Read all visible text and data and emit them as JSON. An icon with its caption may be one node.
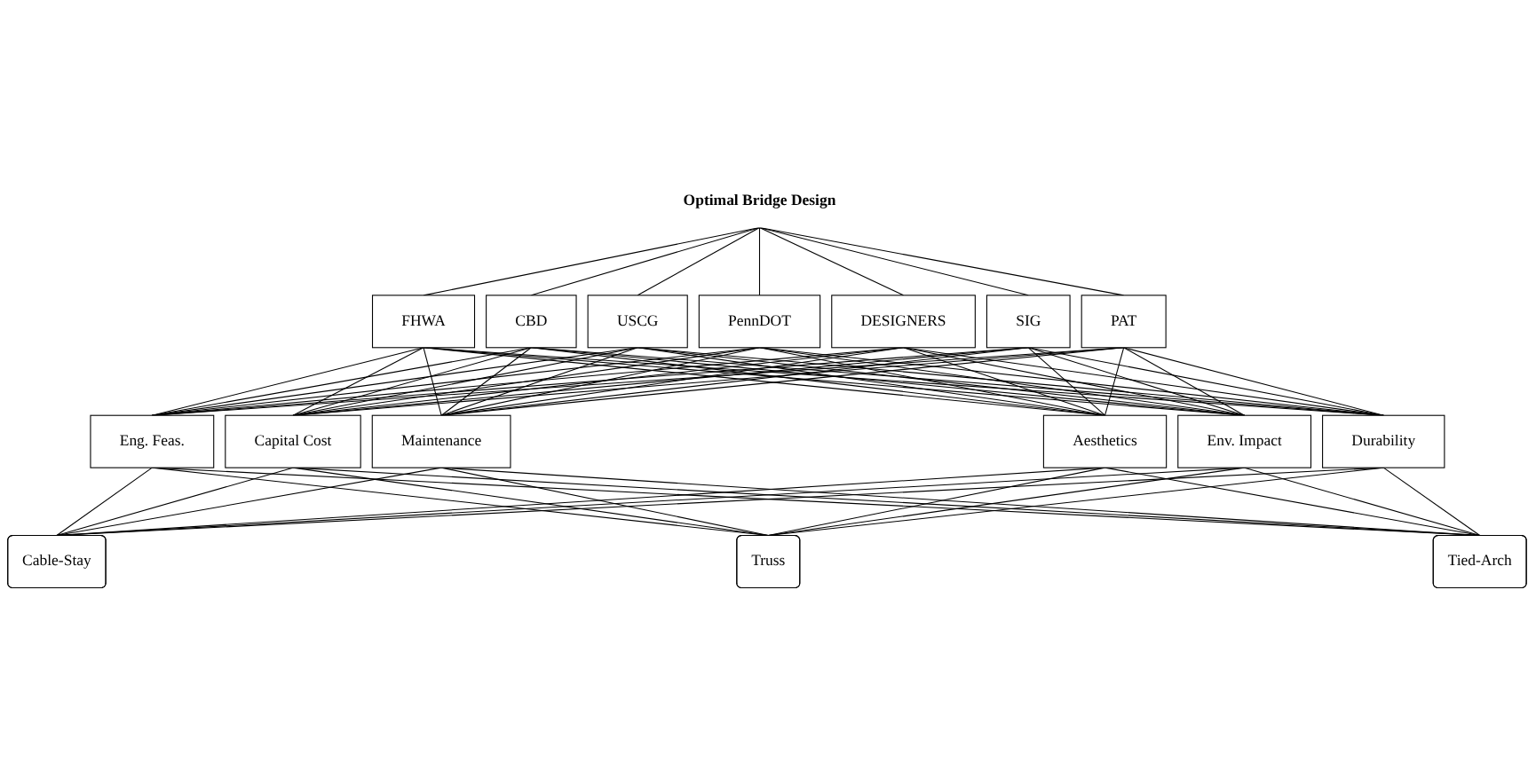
{
  "diagram": {
    "nodes": [
      {
        "text": [
          "Optimal Bridge Design"
        ]
      },
      {
        "text": [
          "FHWA"
        ]
      },
      {
        "text": [
          "CBD"
        ]
      },
      {
        "text": [
          "USCG"
        ]
      },
      {
        "text": [
          "PennDOT"
        ]
      },
      {
        "text": [
          "DESIGNERS"
        ]
      },
      {
        "text": [
          "SIG"
        ]
      },
      {
        "text": [
          "PAT"
        ]
      },
      {
        "text": [
          "Eng. Feas."
        ]
      },
      {
        "text": [
          "Capital Cost"
        ]
      },
      {
        "text": [
          "Maintenance"
        ]
      },
      {
        "text": [
          "Aesthetics"
        ]
      },
      {
        "text": [
          "Env. Impact"
        ]
      },
      {
        "text": [
          "Durability"
        ]
      },
      {
        "text": [
          "Cable-Stay"
        ]
      },
      {
        "text": [
          "Truss"
        ]
      },
      {
        "text": [
          "Tied-Arch"
        ]
      }
    ],
    "edges": [
      {
        "from": 0,
        "to": 1,
        "arrow": "none"
      },
      {
        "from": 0,
        "to": 2,
        "arrow": "none"
      },
      {
        "from": 0,
        "to": 3,
        "arrow": "none"
      },
      {
        "from": 0,
        "to": 4,
        "arrow": "none"
      },
      {
        "from": 0,
        "to": 5,
        "arrow": "none"
      },
      {
        "from": 0,
        "to": 6,
        "arrow": "none"
      },
      {
        "from": 0,
        "to": 7,
        "arrow": "none"
      },
      {
        "from": 1,
        "to": 8,
        "arrow": "none"
      },
      {
        "from": 1,
        "to": 9,
        "arrow": "none"
      },
      {
        "from": 1,
        "to": 10,
        "arrow": "none"
      },
      {
        "from": 1,
        "to": 11,
        "arrow": "none"
      },
      {
        "from": 1,
        "to": 12,
        "arrow": "none"
      },
      {
        "from": 1,
        "to": 13,
        "arrow": "none"
      },
      {
        "from": 2,
        "to": 8,
        "arrow": "none"
      },
      {
        "from": 2,
        "to": 9,
        "arrow": "none"
      },
      {
        "from": 2,
        "to": 10,
        "arrow": "none"
      },
      {
        "from": 2,
        "to": 11,
        "arrow": "none"
      },
      {
        "from": 2,
        "to": 12,
        "arrow": "none"
      },
      {
        "from": 2,
        "to": 13,
        "arrow": "none"
      },
      {
        "from": 3,
        "to": 8,
        "arrow": "none"
      },
      {
        "from": 3,
        "to": 9,
        "arrow": "none"
      },
      {
        "from": 3,
        "to": 10,
        "arrow": "none"
      },
      {
        "from": 3,
        "to": 11,
        "arrow": "none"
      },
      {
        "from": 3,
        "to": 12,
        "arrow": "none"
      },
      {
        "from": 3,
        "to": 13,
        "arrow": "none"
      },
      {
        "from": 4,
        "to": 8,
        "arrow": "none"
      },
      {
        "from": 4,
        "to": 9,
        "arrow": "none"
      },
      {
        "from": 4,
        "to": 10,
        "arrow": "none"
      },
      {
        "from": 4,
        "to": 11,
        "arrow": "none"
      },
      {
        "from": 4,
        "to": 12,
        "arrow": "none"
      },
      {
        "from": 4,
        "to": 13,
        "arrow": "none"
      },
      {
        "from": 5,
        "to": 8,
        "arrow": "none"
      },
      {
        "from": 5,
        "to": 9,
        "arrow": "none"
      },
      {
        "from": 5,
        "to": 10,
        "arrow": "none"
      },
      {
        "from": 5,
        "to": 11,
        "arrow": "none"
      },
      {
        "from": 5,
        "to": 12,
        "arrow": "none"
      },
      {
        "from": 5,
        "to": 13,
        "arrow": "none"
      },
      {
        "from": 6,
        "to": 8,
        "arrow": "none"
      },
      {
        "from": 6,
        "to": 9,
        "arrow": "none"
      },
      {
        "from": 6,
        "to": 10,
        "arrow": "none"
      },
      {
        "from": 6,
        "to": 11,
        "arrow": "none"
      },
      {
        "from": 6,
        "to": 12,
        "arrow": "none"
      },
      {
        "from": 6,
        "to": 13,
        "arrow": "none"
      },
      {
        "from": 7,
        "to": 8,
        "arrow": "none"
      },
      {
        "from": 7,
        "to": 9,
        "arrow": "none"
      },
      {
        "from": 7,
        "to": 10,
        "arrow": "none"
      },
      {
        "from": 7,
        "to": 11,
        "arrow": "none"
      },
      {
        "from": 7,
        "to": 12,
        "arrow": "none"
      },
      {
        "from": 7,
        "to": 13,
        "arrow": "none"
      },
      {
        "from": 8,
        "to": 14,
        "arrow": "none"
      },
      {
        "from": 8,
        "to": 15,
        "arrow": "none"
      },
      {
        "from": 8,
        "to": 16,
        "arrow": "none"
      },
      {
        "from": 9,
        "to": 14,
        "arrow": "none"
      },
      {
        "from": 9,
        "to": 15,
        "arrow": "none"
      },
      {
        "from": 9,
        "to": 16,
        "arrow": "none"
      },
      {
        "from": 10,
        "to": 14,
        "arrow": "none"
      },
      {
        "from": 10,
        "to": 15,
        "arrow": "none"
      },
      {
        "from": 10,
        "to": 16,
        "arrow": "none"
      },
      {
        "from": 11,
        "to": 14,
        "arrow": "none"
      },
      {
        "from": 11,
        "to": 15,
        "arrow": "none"
      },
      {
        "from": 11,
        "to": 16,
        "arrow": "none"
      },
      {
        "from": 12,
        "to": 14,
        "arrow": "none"
      },
      {
        "from": 12,
        "to": 15,
        "arrow": "none"
      },
      {
        "from": 12,
        "to": 16,
        "arrow": "none"
      },
      {
        "from": 13,
        "to": 14,
        "arrow": "none"
      },
      {
        "from": 13,
        "to": 15,
        "arrow": "none"
      },
      {
        "from": 13,
        "to": 16,
        "arrow": "none"
      }
    ]
  }
}
